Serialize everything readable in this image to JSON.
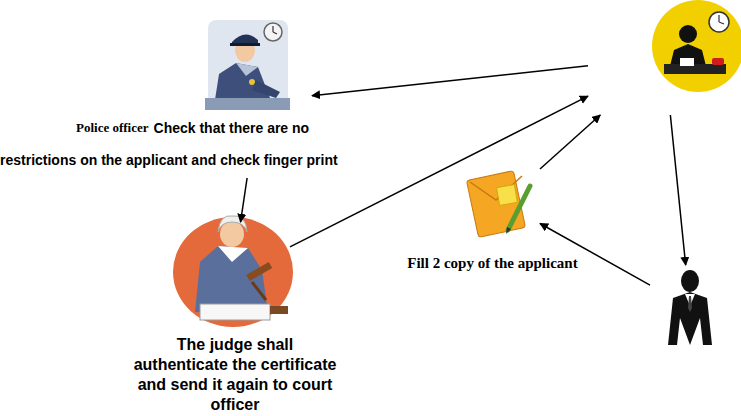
{
  "diagram": {
    "nodes": [
      {
        "text": [
          "Police officer",
          "Check that there are no restrictions on the applicant and check finger print"
        ]
      },
      {
        "text": [
          "The judge shall authenticate the certificate and send it again to court officer"
        ]
      },
      {
        "text": [
          "Fill 2 copy of the applicant"
        ]
      },
      {
        "text": []
      },
      {
        "text": []
      }
    ],
    "edges": [
      {
        "from": 3,
        "to": 0,
        "arrow": "to"
      },
      {
        "from": 0,
        "to": 1,
        "arrow": "to"
      },
      {
        "from": 1,
        "to": 3,
        "arrow": "to"
      },
      {
        "from": 3,
        "to": 4,
        "arrow": "to"
      },
      {
        "from": 4,
        "to": 2,
        "arrow": "to"
      },
      {
        "from": 2,
        "to": 3,
        "arrow": "to"
      }
    ]
  }
}
